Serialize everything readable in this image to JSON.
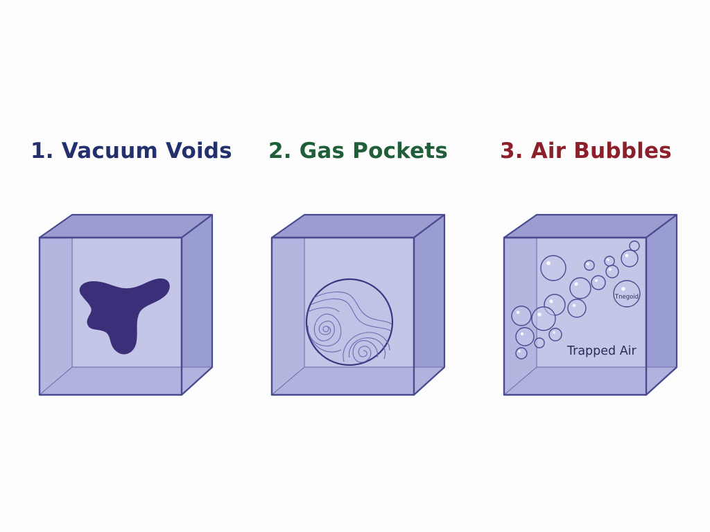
{
  "colors": {
    "background": "#fdfdfd",
    "cube_stroke": "#4a4a90",
    "cube_back": "#c3c6e6",
    "cube_left": "#b3b6df",
    "cube_top": "#9b9dd0",
    "cube_right": "#9a9dd2",
    "cube_bottom": "#b0b3de",
    "void_fill": "#3a2f78",
    "bubble_stroke": "#4a4a90",
    "text_dark": "#2a2d5a"
  },
  "panels": [
    {
      "number": "1.",
      "title": "1. Vacuum Voids",
      "color": "#24306b",
      "illustration": "dark irregular void blob inside translucent cube"
    },
    {
      "number": "2.",
      "title": "2. Gas Pockets",
      "color": "#1f5e38",
      "illustration": "circular gas pocket with swirl lines inside translucent cube"
    },
    {
      "number": "3.",
      "title": "3. Air Bubbles",
      "color": "#8b1f2a",
      "illustration": "cluster of spherical bubbles inside translucent cube",
      "labels": {
        "trapped_air": "Trapped Air",
        "bubble_label": "Tnegoid"
      }
    }
  ]
}
